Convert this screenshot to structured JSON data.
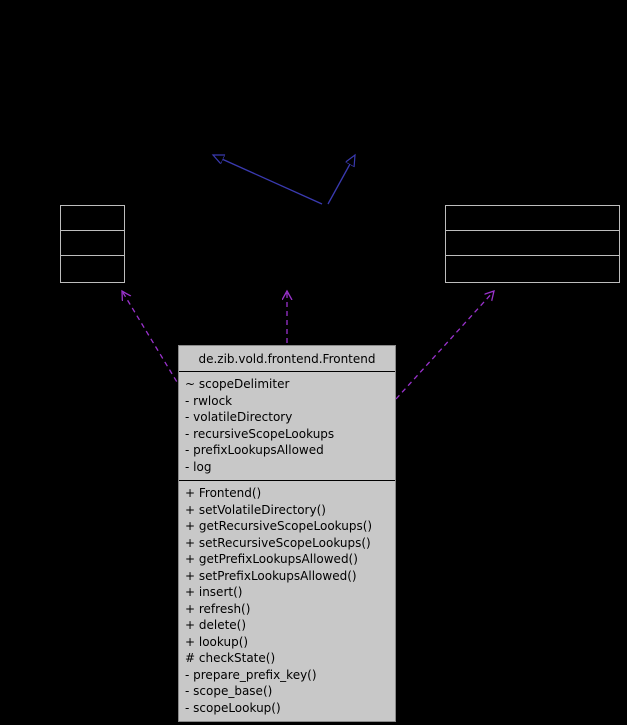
{
  "diagram": {
    "type": "uml-collaboration-diagram",
    "background_color": "#000000",
    "main_class": {
      "title": "de.zib.vold.frontend.Frontend",
      "attributes": [
        "~ scopeDelimiter",
        "- rwlock",
        "- volatileDirectory",
        "- recursiveScopeLookups",
        "- prefixLookupsAllowed",
        "- log"
      ],
      "methods": [
        "+ Frontend()",
        "+ setVolatileDirectory()",
        "+ getRecursiveScopeLookups()",
        "+ setRecursiveScopeLookups()",
        "+ getPrefixLookupsAllowed()",
        "+ setPrefixLookupsAllowed()",
        "+ insert()",
        "+ refresh()",
        "+ delete()",
        "+ lookup()",
        "# checkState()",
        "- prepare_prefix_key()",
        "- scope_base()",
        "- scopeLookup()"
      ]
    },
    "related_nodes": [
      {
        "id": "left-node",
        "label": "",
        "compartments": 3
      },
      {
        "id": "right-node",
        "label": "",
        "compartments": 3
      }
    ],
    "edges": [
      {
        "id": "inheritance-left",
        "style": "solid",
        "kind": "inheritance"
      },
      {
        "id": "inheritance-right",
        "style": "solid",
        "kind": "inheritance"
      },
      {
        "id": "usage-left",
        "style": "dashed",
        "kind": "usage"
      },
      {
        "id": "usage-middle",
        "style": "dashed",
        "kind": "usage"
      },
      {
        "id": "usage-right",
        "style": "dashed",
        "kind": "usage"
      }
    ],
    "colors": {
      "node_fill": "#c8c8c8",
      "empty_node_border": "#bdbdbd",
      "inheritance_arrow": "#3a3ab0",
      "usage_arrow": "#9a32cd",
      "text": "#000000"
    }
  }
}
